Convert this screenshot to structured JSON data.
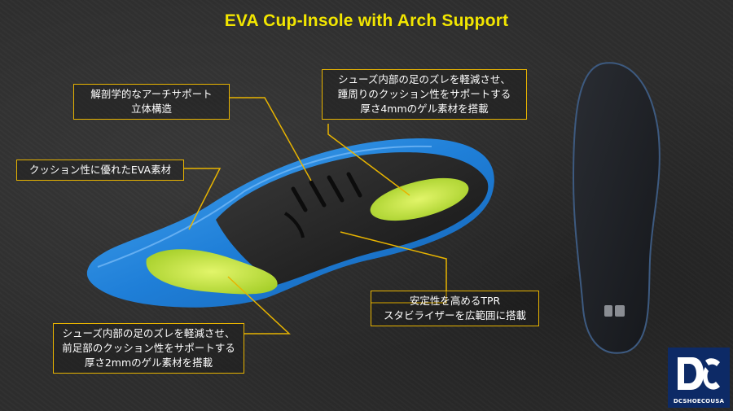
{
  "title": "EVA Cup-Insole with Arch Support",
  "callouts": {
    "arch": [
      "解剖学的なアーチサポート",
      "立体構造"
    ],
    "heel": [
      "シューズ内部の足のズレを軽減させ、",
      "踵周りのクッション性をサポートする",
      "厚さ4mmのゲル素材を搭載"
    ],
    "eva": [
      "クッション性に優れたEVA素材"
    ],
    "tpr": [
      "安定性を高めるTPR",
      "スタビライザーを広範囲に搭載"
    ],
    "forefoot": [
      "シューズ内部の足のズレを軽減させ、",
      "前足部のクッション性をサポートする",
      "厚さ2mmのゲル素材を搭載"
    ]
  },
  "logo": {
    "text": "DCSHOECOUSA"
  },
  "colors": {
    "accent": "#f2e600",
    "callout_border": "#e8b400",
    "eva_blue": "#2f8fe0",
    "gel_yellow": "#c9e84a",
    "logo_bg": "#0d2a66"
  }
}
